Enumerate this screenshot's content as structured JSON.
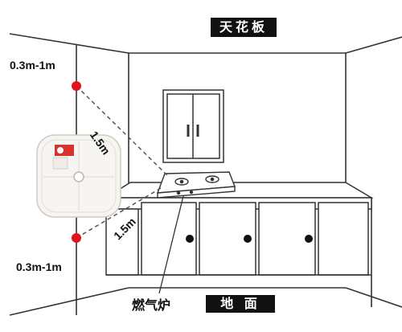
{
  "labels": {
    "ceiling": "天花板",
    "floor": "地 面",
    "stove": "燃气炉"
  },
  "dimensions": {
    "top_gap": "0.3m-1m",
    "bottom_gap": "0.3m-1m",
    "upper_distance": "1.5m",
    "lower_distance": "1.5m"
  },
  "colors": {
    "line": "#333333",
    "marker": "#e0141e",
    "label_bg": "#111111",
    "detector_accent": "#d9342b"
  },
  "icons": {
    "detector": "gas-detector-icon",
    "marker": "mount-point-marker"
  }
}
